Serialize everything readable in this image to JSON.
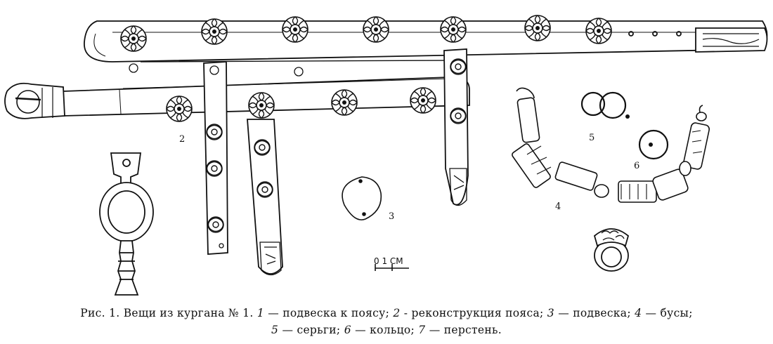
{
  "labels": {
    "belt": "2",
    "pendant_small": "3",
    "beads": "4",
    "earrings": "5",
    "ring": "6"
  },
  "scale": "0   1  СМ",
  "caption": {
    "prefix": "Рис. 1. Вещи из кургана № 1.",
    "items": [
      {
        "num": "1",
        "text": "— подвеска к поясу;"
      },
      {
        "num": "2",
        "text": "- реконструкция пояса;"
      },
      {
        "num": "3",
        "text": "— подвеска;"
      },
      {
        "num": "4",
        "text": "— бусы;"
      },
      {
        "num": "5",
        "text": "— серьги;"
      },
      {
        "num": "6",
        "text": "— кольцо;"
      },
      {
        "num": "7",
        "text": "— перстень."
      }
    ]
  }
}
